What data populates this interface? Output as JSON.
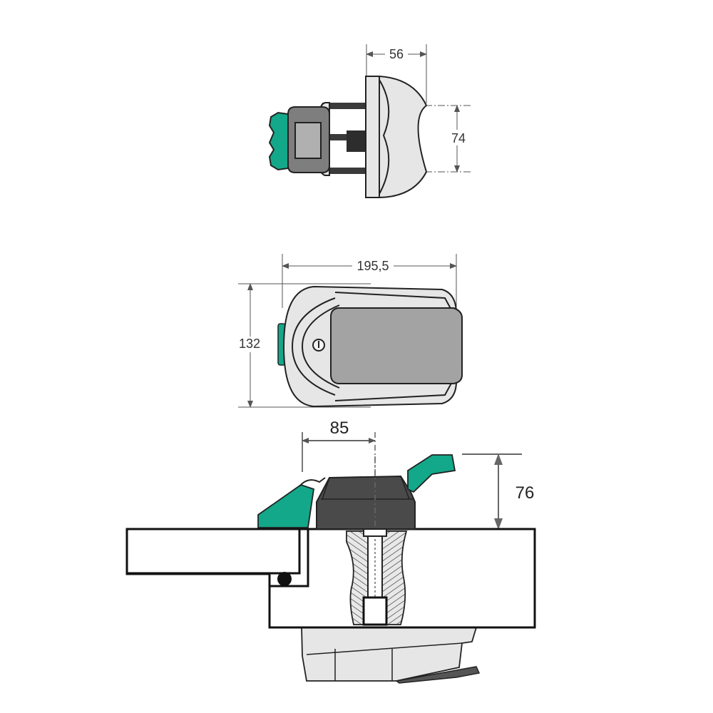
{
  "dimensions": {
    "top_width": "56",
    "top_height": "74",
    "mid_width": "195,5",
    "mid_height": "132",
    "bottom_offset": "85",
    "bottom_height": "76"
  },
  "colors": {
    "green": "#13a889",
    "dark_gray": "#4a4a4a",
    "mid_gray": "#9e9e9e",
    "light_gray": "#e6e6e6",
    "line": "#222222",
    "dim_line": "#555555"
  }
}
